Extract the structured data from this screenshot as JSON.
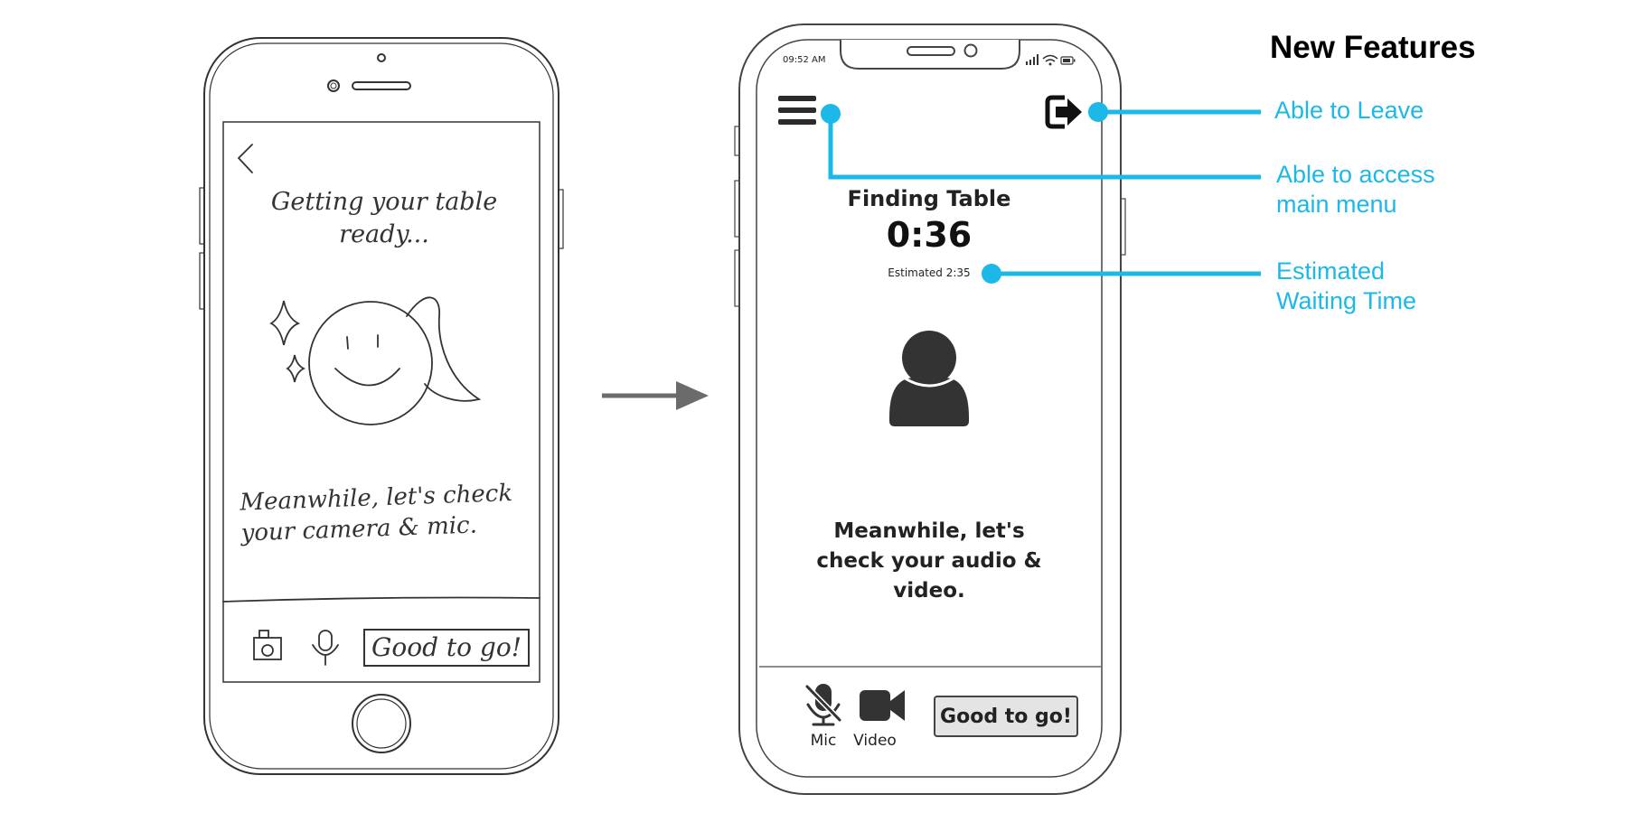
{
  "sketch": {
    "title": "Getting your table ready...",
    "title_line1": "Getting your table",
    "title_line2": "ready...",
    "message_line1": "Meanwhile, let's check",
    "message_line2": "your camera & mic.",
    "button_label": "Good to go!"
  },
  "mockup": {
    "status_time": "09:52 AM",
    "heading": "Finding Table",
    "timer": "0:36",
    "estimate": "Estimated 2:35",
    "message_line1": "Meanwhile, let's",
    "message_line2": "check your audio &",
    "message_line3": "video.",
    "mic_label": "Mic",
    "video_label": "Video",
    "button_label": "Good to go!"
  },
  "annotations": {
    "heading": "New Features",
    "leave": "Able to Leave",
    "menu_line1": "Able to access",
    "menu_line2": "main menu",
    "wait_line1": "Estimated",
    "wait_line2": "Waiting Time"
  },
  "colors": {
    "accent": "#1bb8e8",
    "ink": "#333333",
    "arrow": "#6b6b6b"
  }
}
